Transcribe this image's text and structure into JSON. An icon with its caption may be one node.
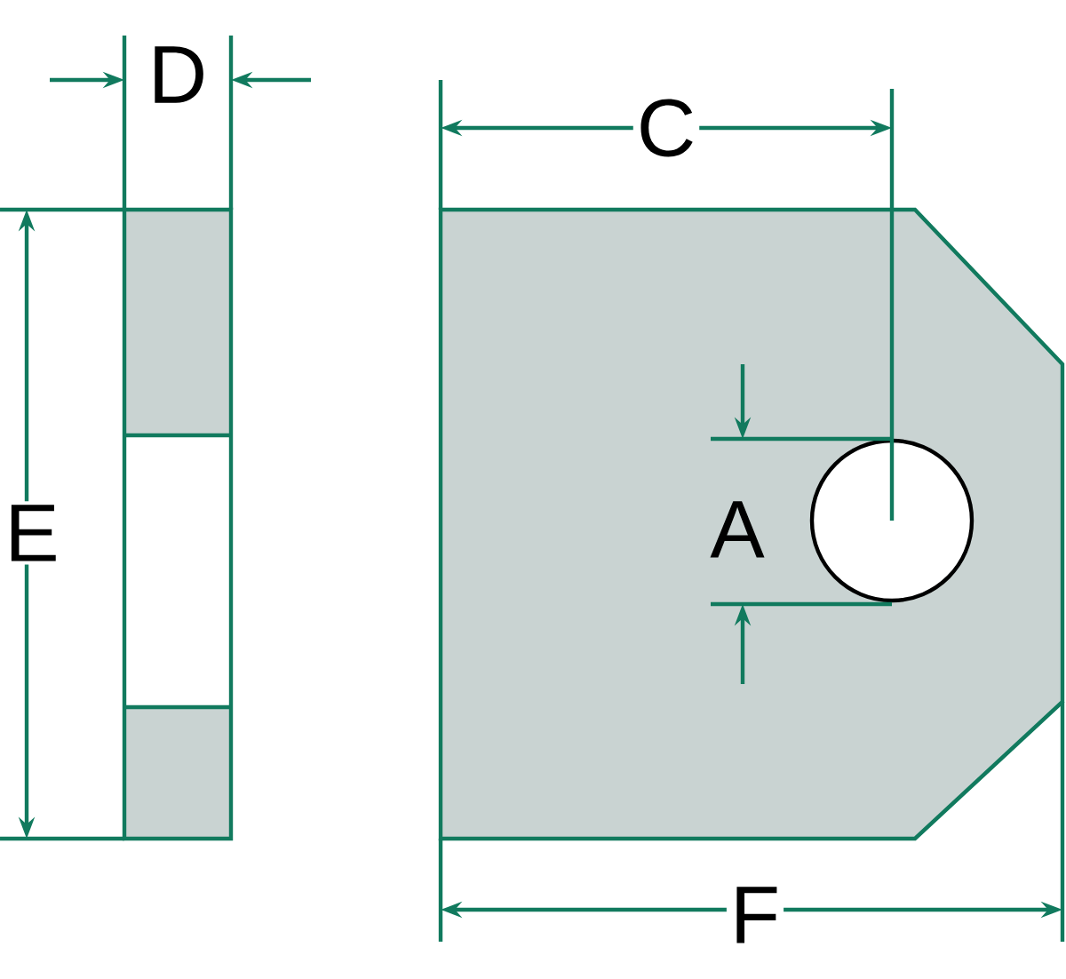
{
  "diagram": {
    "labels": [
      "D",
      "C",
      "E",
      "A",
      "F"
    ]
  }
}
